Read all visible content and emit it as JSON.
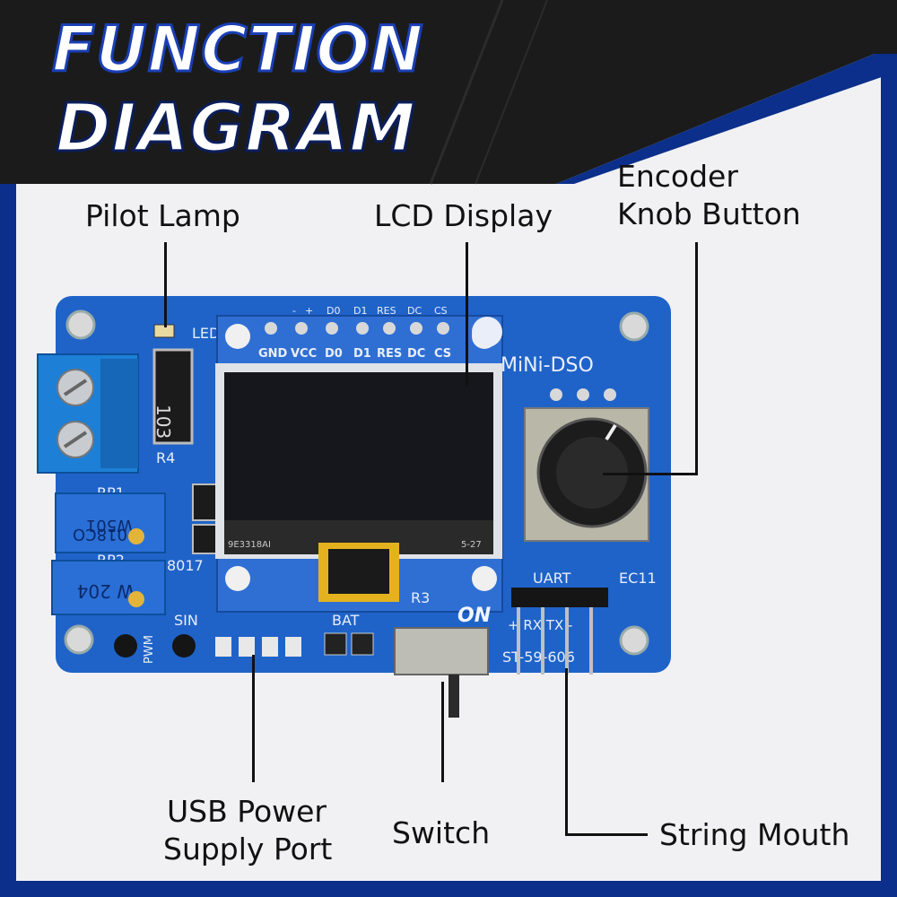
{
  "header": {
    "line1": "FUNCTION",
    "line2": "DIAGRAM"
  },
  "labels": {
    "pilot_lamp": "Pilot Lamp",
    "lcd_display": "LCD Display",
    "encoder_line1": "Encoder",
    "encoder_line2": "Knob Button",
    "usb_line1": "USB Power",
    "usb_line2": "Supply Port",
    "switch": "Switch",
    "string_mouth": "String Mouth"
  },
  "board": {
    "brand": "MiNi-DSO",
    "led": "LED",
    "resistor_code": "103",
    "r4": "R4",
    "rp1": "RP1",
    "rp1_code": "W501",
    "rp1_code2": "018CO",
    "rp2": "RP2",
    "rp2_code": "W 204",
    "chip": "8017",
    "r3": "R3",
    "pins": [
      "GND",
      "VCC",
      "D0",
      "D1",
      "RES",
      "DC",
      "CS"
    ],
    "pins_top": [
      "-",
      "+",
      "D0",
      "D1",
      "RES",
      "DC",
      "CS"
    ],
    "oled_code": "9E3318AI",
    "oled_code2": "5-27",
    "on": "ON",
    "sin": "SIN",
    "pwm": "PWM",
    "bat": "BAT",
    "uart": "UART",
    "uart_pins": "+ RX TX -",
    "ec11": "EC11",
    "part_no": "ST-59-606"
  },
  "colors": {
    "pcb": "#1f63c9",
    "banner_dark": "#1b1b1b",
    "frame": "#0b2f8a",
    "terminal": "#1d7fd6",
    "pot": "#2a6fd6"
  }
}
